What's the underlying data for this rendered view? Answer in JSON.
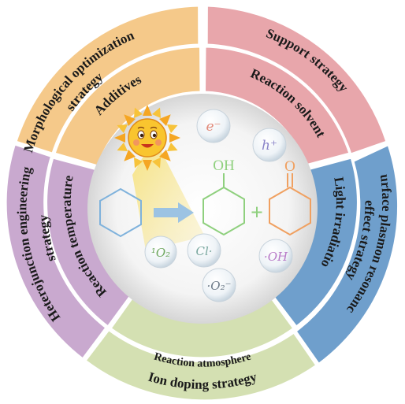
{
  "outer_ring": {
    "morphological": "Morphological optimization strategy",
    "morphological_line1": "Morphological optimization",
    "morphological_line2": "strategy",
    "support": "Support strategy",
    "surface_line1": "Surface plasmon resonance",
    "surface_line2": "effect strategy",
    "ion_doping": "Ion doping strategy",
    "heterojunction_line1": "Heterojunction engineering",
    "heterojunction_line2": "strategy"
  },
  "inner_ring": {
    "additives": "Additives",
    "reaction_solvent": "Reaction solvent",
    "light_irradiation": "Light irradiation",
    "reaction_atmosphere": "Reaction atmosphere",
    "reaction_temperature": "Reaction temperature"
  },
  "center": {
    "oh_label": "OH",
    "o_label": "O",
    "plus_symbol": "+",
    "bubbles": {
      "electron": "e⁻",
      "hole": "h⁺",
      "singlet_oxygen": "¹O₂",
      "chlorine_radical": "Cl·",
      "hydroxyl_radical": "·OH",
      "superoxide": "·O₂⁻"
    }
  },
  "colors": {
    "orange_segment": "#f5c98a",
    "pink_segment": "#e8a6ab",
    "blue_segment": "#7fa9cf",
    "green_segment": "#d4e0b2",
    "purple_segment": "#c9a9cf",
    "reactant_ring": "#7fb2dc",
    "product_alcohol": "#8fd07e",
    "product_ketone": "#f0a060",
    "arrow": "#9cc3e3",
    "plus": "#8fd07e"
  }
}
